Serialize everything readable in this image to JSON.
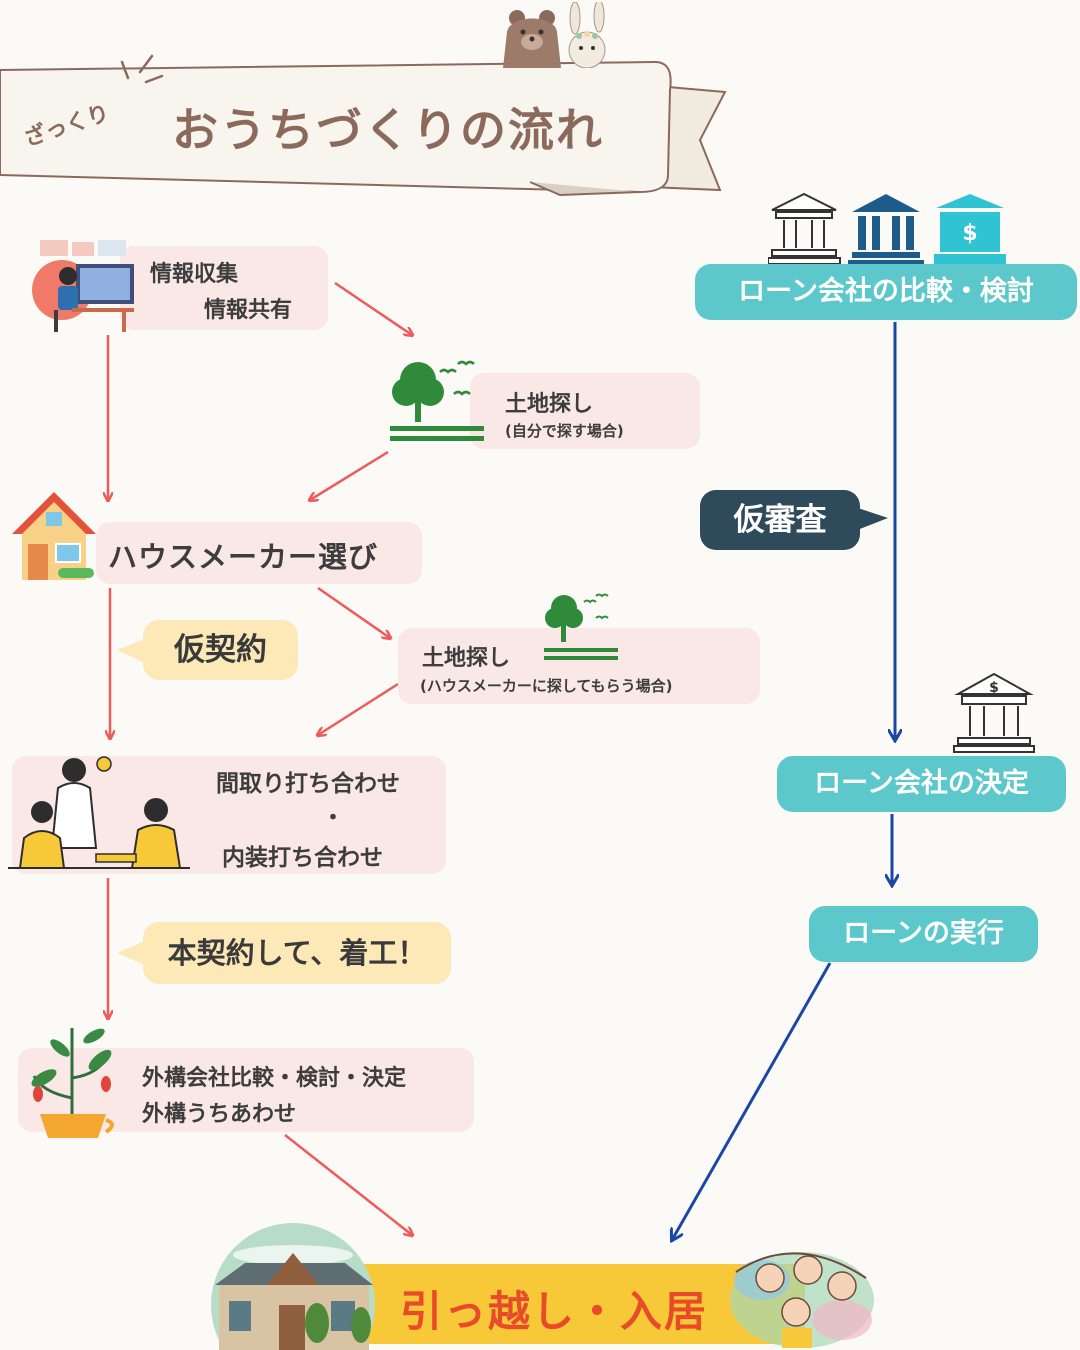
{
  "header": {
    "subtitle": "ざっくり",
    "title": "おうちづくりの流れ"
  },
  "left_flow": {
    "info": {
      "line1": "情報収集",
      "line2": "情報共有"
    },
    "land_self": {
      "title": "土地探し",
      "note": "(自分で探す場合)"
    },
    "house_maker": {
      "label": "ハウスメーカー選び"
    },
    "provisional_contract": {
      "label": "仮契約"
    },
    "land_maker": {
      "title": "土地探し",
      "note": "(ハウスメーカーに探してもらう場合)"
    },
    "meeting": {
      "line1": "間取り打ち合わせ",
      "dot": "・",
      "line2": "内装打ち合わせ"
    },
    "main_contract": {
      "label": "本契約して、着工！"
    },
    "exterior": {
      "line1": "外構会社比較・検討・決定",
      "line2": "外構うちあわせ"
    }
  },
  "right_flow": {
    "loan_compare": {
      "label": "ローン会社の比較・検討"
    },
    "pre_screening": {
      "label": "仮審査"
    },
    "loan_decide": {
      "label": "ローン会社の決定"
    },
    "loan_execute": {
      "label": "ローンの実行"
    }
  },
  "final": {
    "label": "引っ越し・入居"
  },
  "colors": {
    "background": "#fcfaf6",
    "pink_box": "#f9e8e6",
    "teal_box": "#5cc8cb",
    "red_arrow": "#ef5a5a",
    "blue_arrow": "#1a47a6",
    "callout_yellow": "#fde9b8",
    "callout_dark": "#2f4a5b",
    "final_banner": "#f7c938",
    "final_text": "#e84a2a",
    "title_brown": "#8b6a5c"
  },
  "icons": [
    "bear-icon",
    "rabbit-icon",
    "bank-icon",
    "tree-icon",
    "house-icon",
    "computer-worker-icon",
    "women-meeting-icon",
    "plant-pot-icon",
    "family-icon"
  ]
}
